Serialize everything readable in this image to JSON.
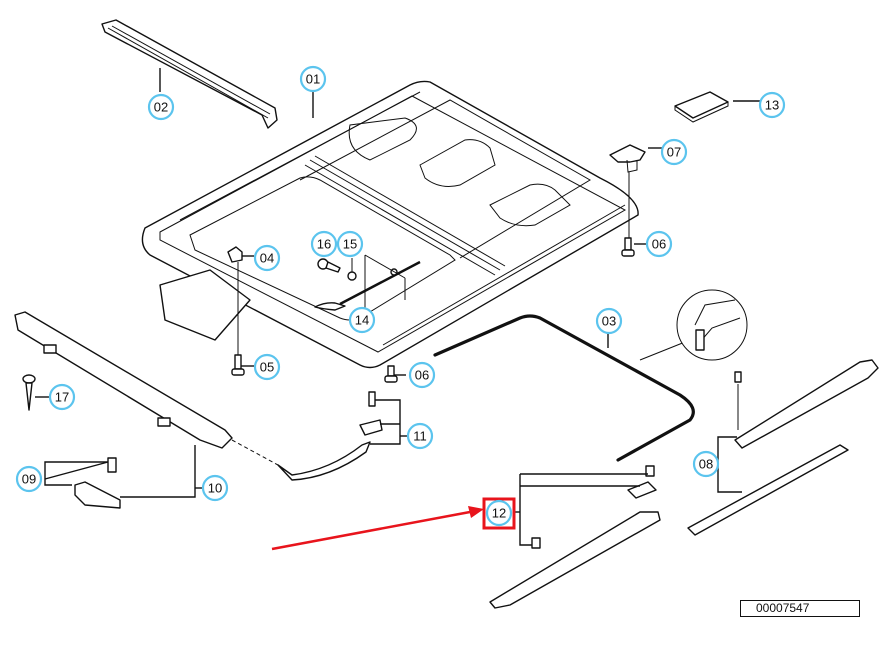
{
  "diagram": {
    "title": "Sunroof frame exploded parts diagram",
    "reference_number": "00007547",
    "accent_colors": {
      "callout_ring": "#5bc4ee",
      "highlight": "#e8141c"
    },
    "callouts": [
      {
        "id": "01",
        "label": "01"
      },
      {
        "id": "02",
        "label": "02"
      },
      {
        "id": "03",
        "label": "03"
      },
      {
        "id": "04",
        "label": "04"
      },
      {
        "id": "05",
        "label": "05"
      },
      {
        "id": "06a",
        "label": "06"
      },
      {
        "id": "06b",
        "label": "06"
      },
      {
        "id": "07",
        "label": "07"
      },
      {
        "id": "08",
        "label": "08"
      },
      {
        "id": "09",
        "label": "09"
      },
      {
        "id": "10",
        "label": "10"
      },
      {
        "id": "11",
        "label": "11"
      },
      {
        "id": "12",
        "label": "12"
      },
      {
        "id": "13",
        "label": "13"
      },
      {
        "id": "14",
        "label": "14"
      },
      {
        "id": "15",
        "label": "15"
      },
      {
        "id": "16",
        "label": "16"
      },
      {
        "id": "17",
        "label": "17"
      }
    ],
    "highlighted_callout": "12"
  }
}
